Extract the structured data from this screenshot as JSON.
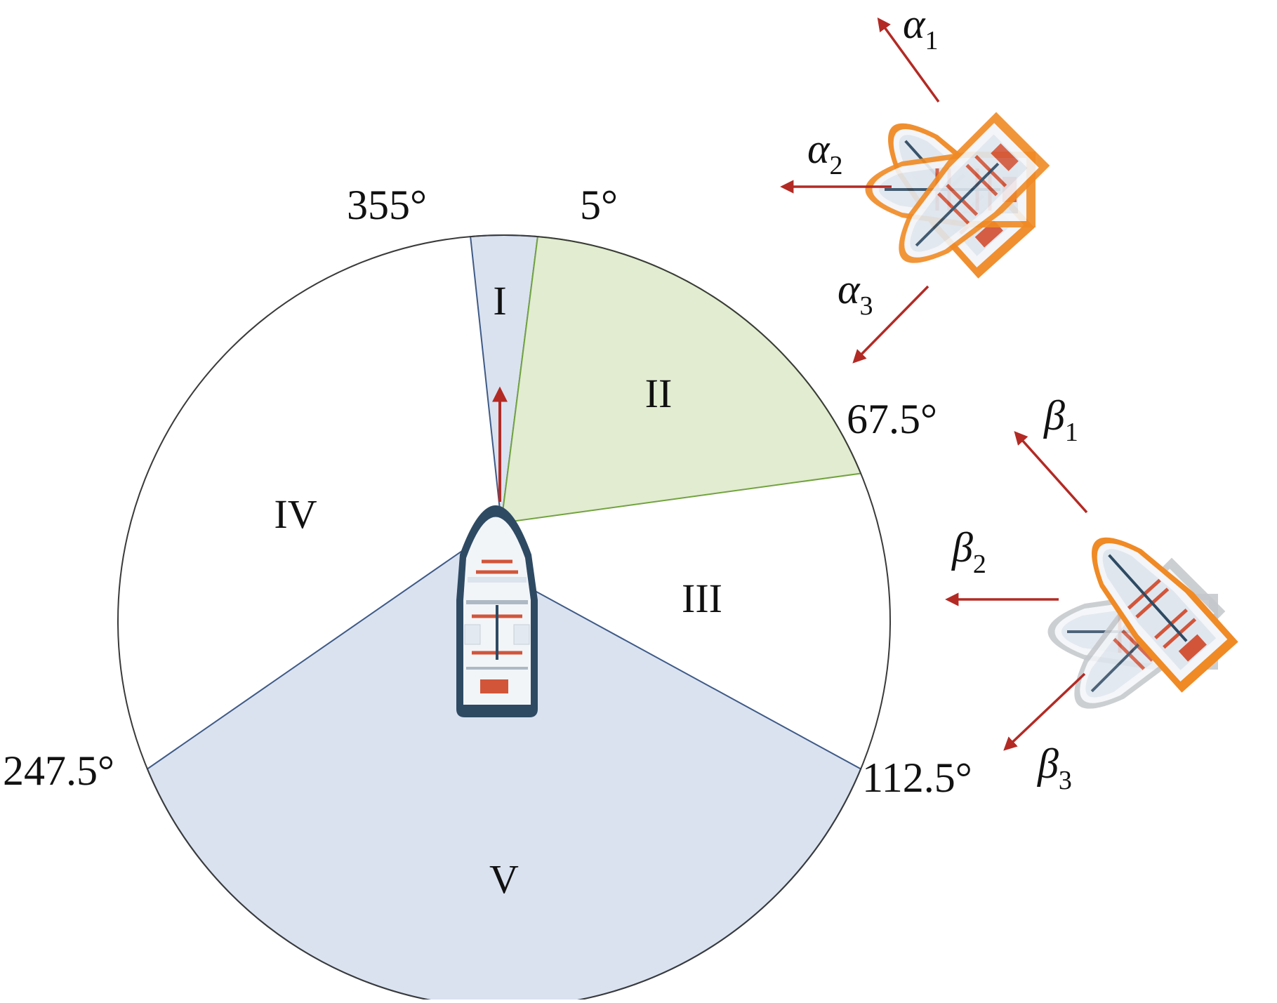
{
  "diagram": {
    "sectors": [
      {
        "label": "I",
        "from_deg": 355,
        "to_deg": 5,
        "fill": "#dae2f0",
        "stroke": "#3e5a86"
      },
      {
        "label": "II",
        "from_deg": 5,
        "to_deg": 67.5,
        "fill": "#e1ecd0",
        "stroke": "#72a33f"
      },
      {
        "label": "III",
        "from_deg": 67.5,
        "to_deg": 112.5,
        "fill": "#ffffff",
        "stroke": "#3e5a86"
      },
      {
        "label": "IV",
        "from_deg": 247.5,
        "to_deg": 355,
        "fill": "#ffffff",
        "stroke": "#3e5a86"
      },
      {
        "label": "V",
        "from_deg": 112.5,
        "to_deg": 247.5,
        "fill": "#dae2f0",
        "stroke": "#3e5a86"
      }
    ],
    "boundary_labels": [
      "355°",
      "5°",
      "67.5°",
      "112.5°",
      "247.5°"
    ],
    "alpha_labels": [
      {
        "sym": "α",
        "sub": "1"
      },
      {
        "sym": "α",
        "sub": "2"
      },
      {
        "sym": "α",
        "sub": "3"
      }
    ],
    "beta_labels": [
      {
        "sym": "β",
        "sub": "1"
      },
      {
        "sym": "β",
        "sub": "2"
      },
      {
        "sym": "β",
        "sub": "3"
      }
    ],
    "colors": {
      "arrow": "#b32a24",
      "ship_hull": "#2e4a63",
      "ship_deck": "#f2f5f8",
      "ship_detail": "#d2553a",
      "orange_ship": "#f08a24",
      "grey_ship": "#c4c7cb",
      "circle_outline": "#3a3a3a"
    }
  }
}
